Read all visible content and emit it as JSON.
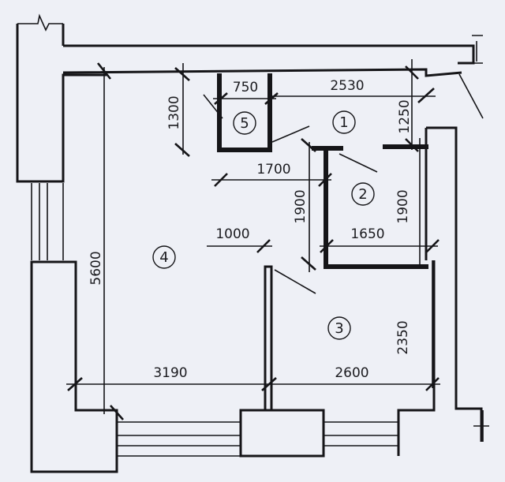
{
  "rooms": [
    {
      "number": "1"
    },
    {
      "number": "2"
    },
    {
      "number": "3"
    },
    {
      "number": "4"
    },
    {
      "number": "5"
    }
  ],
  "dimensions": {
    "room5_width": "750",
    "top_right_span": "2530",
    "room5_height": "1300",
    "right_top_segment": "1250",
    "corridor_width": "1700",
    "room2_height_left": "1900",
    "room2_height_right": "1900",
    "room4_height": "5600",
    "opening_1000": "1000",
    "room2_width": "1650",
    "room3_height": "2350",
    "bottom_left_span": "3190",
    "bottom_right_span": "2600"
  }
}
